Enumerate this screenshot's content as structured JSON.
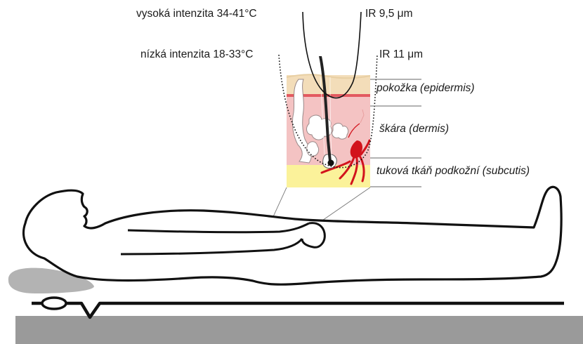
{
  "labels": {
    "high_intensity": "vysoká intenzita 34-41°C",
    "low_intensity": "nízká intenzita 18-33°C",
    "ir_high": "IR 9,5 μm",
    "ir_low": "IR 11 μm",
    "epidermis": "pokožka (epidermis)",
    "dermis": "škára (dermis)",
    "subcutis": "tuková tkáň podkožní (subcutis)"
  },
  "colors": {
    "epidermis": "#f3ddb9",
    "dermis": "#f4c3c3",
    "epidermis_border": "#e35a60",
    "subcutis": "#fbf29a",
    "blood_vessel": "#d2131c",
    "pillow": "#b3b3b3",
    "mattress": "#9a9a9a",
    "outline": "#111111"
  }
}
